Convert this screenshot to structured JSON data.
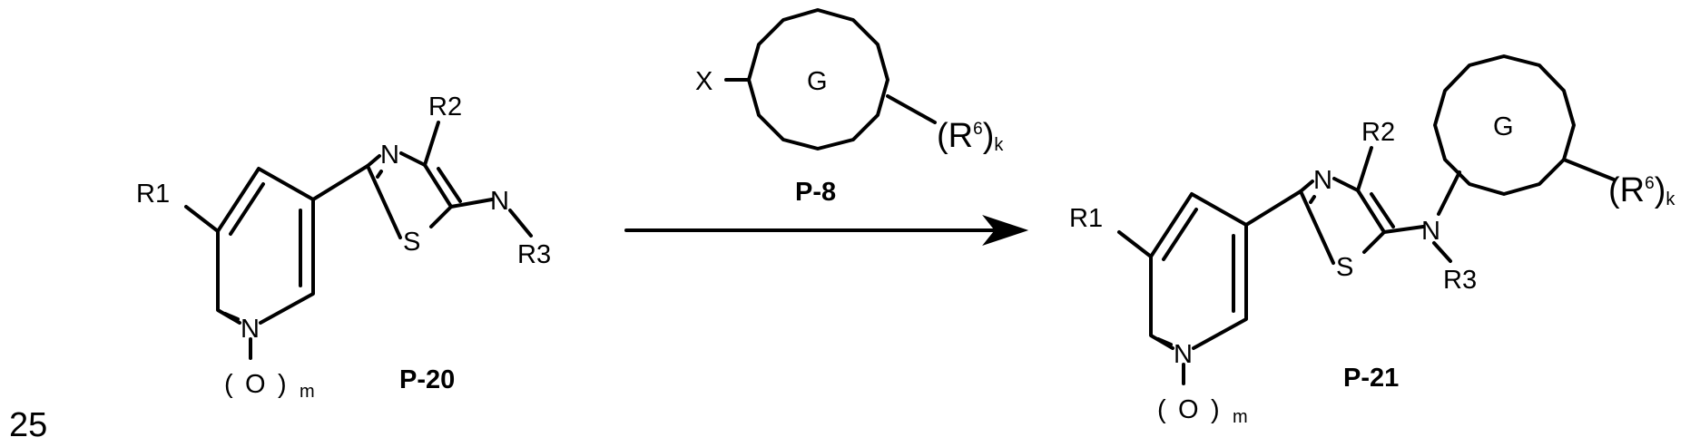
{
  "page_number": "25",
  "compounds": {
    "start": {
      "label": "P-20",
      "r1": "R1",
      "r2": "R2",
      "r3": "R3",
      "n_thiazole": "N",
      "s_thiazole": "S",
      "n_amine": "N",
      "n_pyridine": "N",
      "oxide_open": "(",
      "oxide_o": "O",
      "oxide_close": ")",
      "oxide_m": "m"
    },
    "reagent": {
      "label": "P-8",
      "x": "X",
      "ring": "G",
      "r6_open": "(R",
      "r6_sup": "6",
      "r6_close": ")",
      "r6_k": "k"
    },
    "product": {
      "label": "P-21",
      "r1": "R1",
      "r2": "R2",
      "r3": "R3",
      "n_thiazole": "N",
      "s_thiazole": "S",
      "n_amine": "N",
      "n_pyridine": "N",
      "oxide_open": "(",
      "oxide_o": "O",
      "oxide_close": ")",
      "oxide_m": "m",
      "ring": "G",
      "r6_open": "(R",
      "r6_sup": "6",
      "r6_close": ")",
      "r6_k": "k"
    }
  }
}
